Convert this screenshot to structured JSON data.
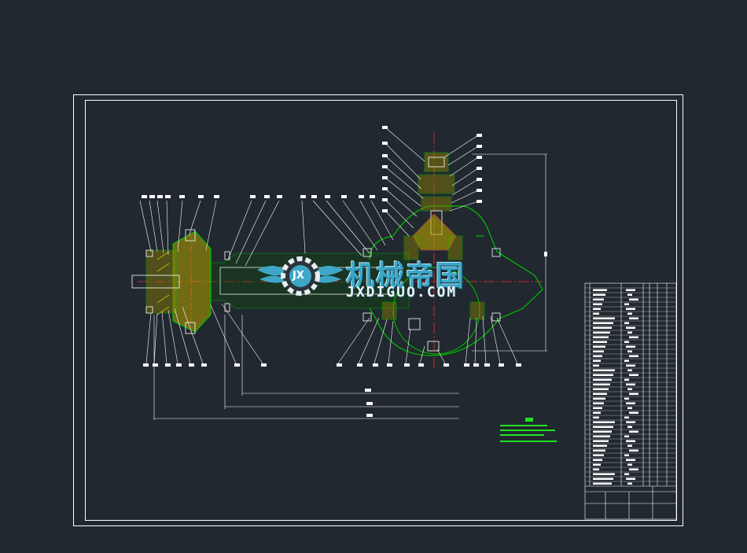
{
  "colors": {
    "background": "#212830",
    "frame": "#ffffff",
    "section": "#00c000",
    "hatch": "#c8b400",
    "center": "#ff2a2a",
    "note": "#21e221",
    "watermark": "#3ea7c7"
  },
  "watermark": {
    "logo_text": "JX",
    "cn": "机械帝国",
    "en": "JXDIGUO.COM"
  },
  "icons": {
    "logo": "gear-wings-logo-icon"
  }
}
